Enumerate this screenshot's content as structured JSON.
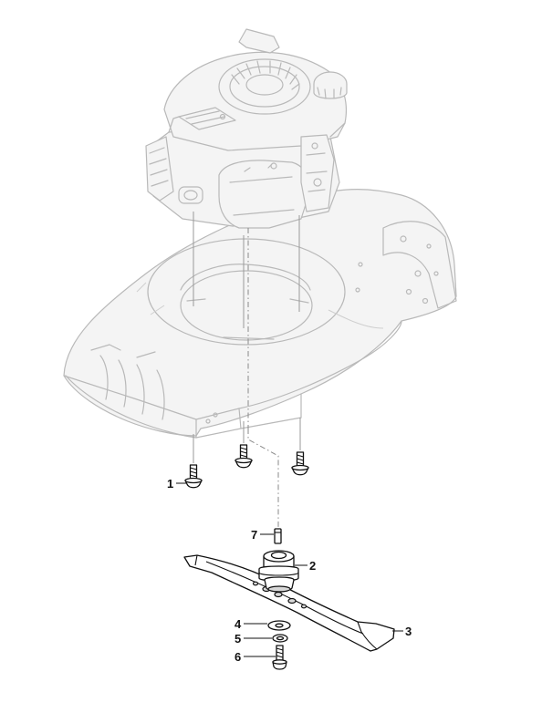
{
  "callouts": [
    {
      "id": "1",
      "label": "1"
    },
    {
      "id": "2",
      "label": "2"
    },
    {
      "id": "3",
      "label": "3"
    },
    {
      "id": "4",
      "label": "4"
    },
    {
      "id": "5",
      "label": "5"
    },
    {
      "id": "6",
      "label": "6"
    },
    {
      "id": "7",
      "label": "7"
    }
  ],
  "colors": {
    "part_outline": "#111111",
    "ghost_outline": "#b9b9b9",
    "background": "#ffffff"
  }
}
